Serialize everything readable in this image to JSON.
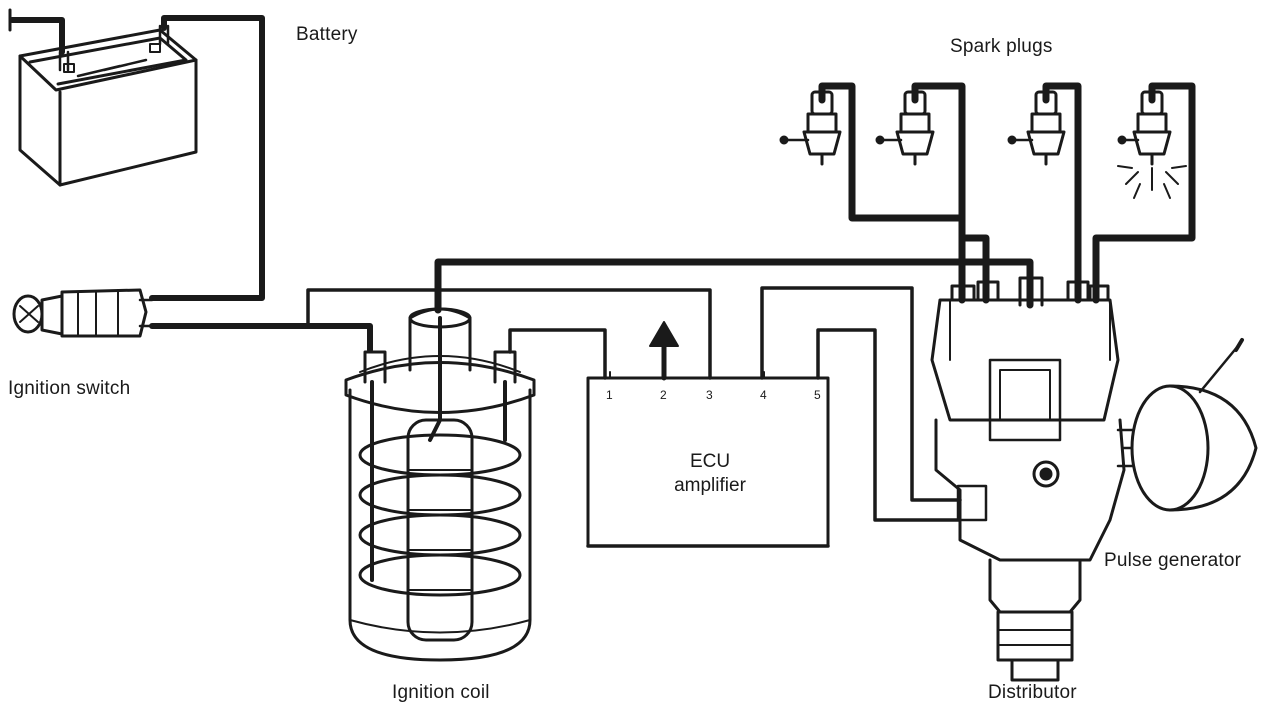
{
  "labels": {
    "battery": "Battery",
    "spark_plugs": "Spark plugs",
    "ignition_switch": "Ignition switch",
    "ignition_coil": "Ignition coil",
    "distributor": "Distributor",
    "pulse_generator": "Pulse generator"
  },
  "ecu": {
    "line1": "ECU",
    "line2": "amplifier",
    "terminals": [
      "1",
      "2",
      "3",
      "4",
      "5"
    ]
  },
  "colors": {
    "ink": "#1a1a1a",
    "background": "#ffffff"
  }
}
